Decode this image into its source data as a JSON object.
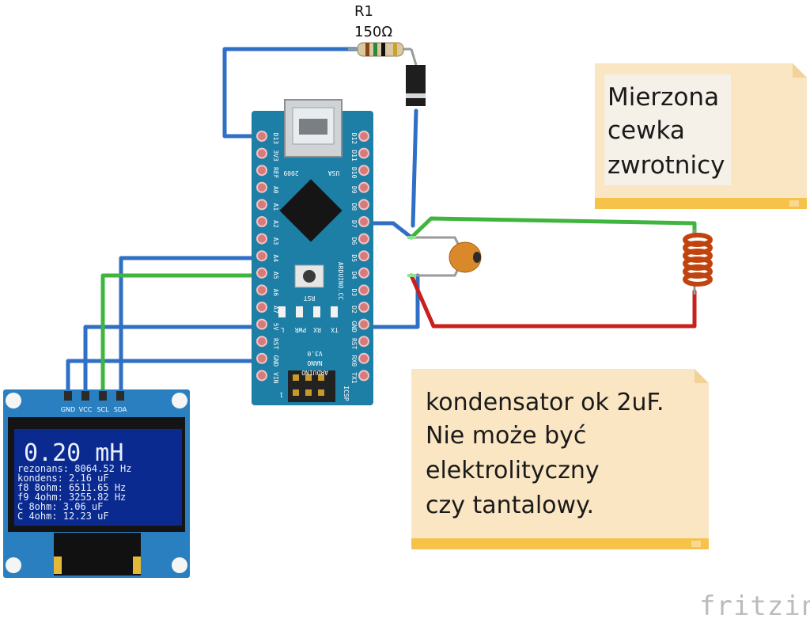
{
  "resistor": {
    "ref": "R1",
    "value": "150Ω"
  },
  "notes": {
    "coil": [
      "Mierzona",
      "cewka",
      "zwrotnicy"
    ],
    "capacitor": [
      "kondensator ok 2uF.",
      "Nie może być",
      "elektrolityczny",
      "czy tantalowy."
    ]
  },
  "oled": {
    "pins": [
      "GND",
      "VCC",
      "SCL",
      "SDA"
    ],
    "big": "0.20 mH",
    "lines": [
      "rezonans: 8064.52 Hz",
      "kondens: 2.16 uF",
      "f8 8ohm: 6511.65 Hz",
      "f9 4ohm: 3255.82 Hz",
      "C 8ohm: 3.06 uF",
      "C 4ohm: 12.23 uF"
    ]
  },
  "nano": {
    "left_pins": [
      "D13",
      "3V3",
      "REF",
      "A0",
      "A1",
      "A2",
      "A3",
      "A4",
      "A5",
      "A6",
      "A7",
      "5V",
      "RST",
      "GND",
      "VIN"
    ],
    "right_pins": [
      "D12",
      "D11",
      "D10",
      "D9",
      "D8",
      "D7",
      "D6",
      "D5",
      "D4",
      "D3",
      "D2",
      "GND",
      "RST",
      "RX0",
      "TX1"
    ],
    "board_text": [
      "ARDUINO",
      "NANO",
      "V3.0",
      "2009",
      "USA",
      "ARDUINO.CC",
      "RST",
      "PWR",
      "RX",
      "TX",
      "L",
      "ICSP",
      "1"
    ]
  },
  "brand": "fritzing",
  "colors": {
    "wire_blue": "#2f6fc6",
    "wire_green": "#3fb53f",
    "wire_red": "#c8201c",
    "board": "#1d7fa6",
    "note": "#fbe6c3",
    "note_bar": "#f6c24a"
  }
}
